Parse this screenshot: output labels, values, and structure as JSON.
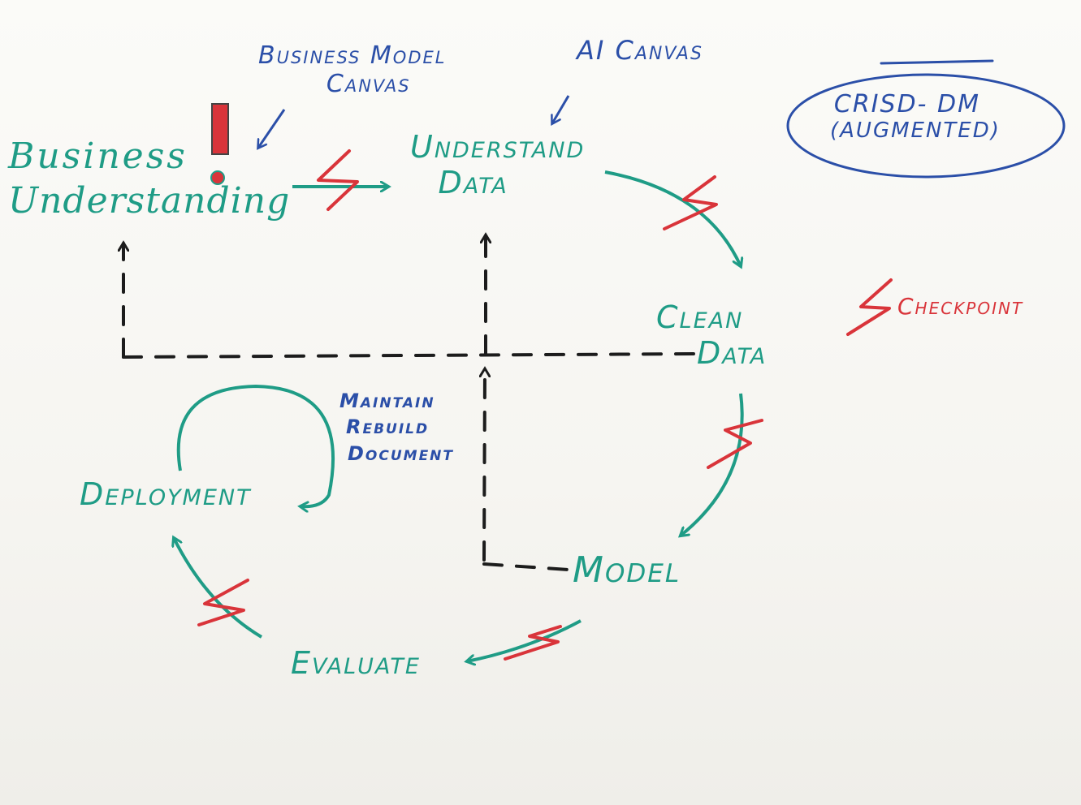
{
  "diagram": {
    "title_line1": "CRISD- DM",
    "title_line2": "(AUGMENTED)",
    "top_line": "",
    "blue_notes": {
      "business_model_canvas_line1": "Business Model",
      "business_model_canvas_line2": "Canvas",
      "ai_canvas": "AI Canvas"
    },
    "stages": {
      "business_understanding_line1": "Business",
      "business_understanding_line2": "Understanding",
      "understand_data_line1": "Understand",
      "understand_data_line2": "Data",
      "clean_data_line1": "Clean",
      "clean_data_line2": "Data",
      "model": "Model",
      "evaluate": "Evaluate",
      "deployment": "Deployment"
    },
    "loop_note_line1": "Maintain",
    "loop_note_line2": "Rebuild",
    "loop_note_line3": "Document",
    "legend": {
      "symbol": "⚡",
      "label": "Checkpoint"
    },
    "colors": {
      "process_ink": "#1f9c86",
      "note_ink": "#2b4fa8",
      "checkpoint_ink": "#d9343a",
      "feedback_ink": "#1c1c1c"
    }
  }
}
